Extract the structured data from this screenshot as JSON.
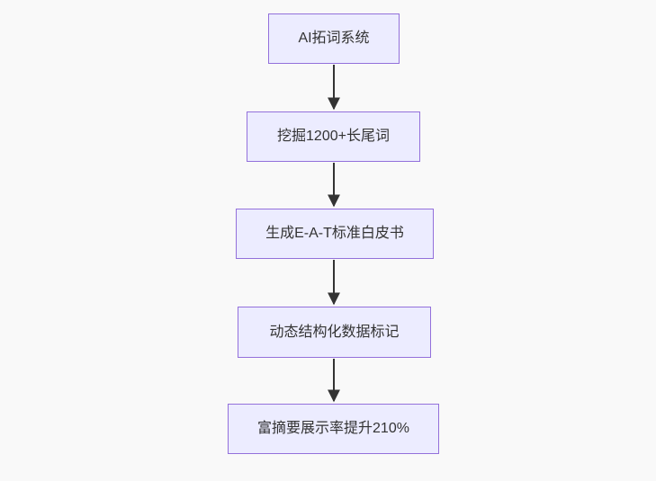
{
  "diagram": {
    "type": "flowchart",
    "direction": "top-down",
    "nodes": [
      {
        "id": "n1",
        "label": "AI拓词系统"
      },
      {
        "id": "n2",
        "label": "挖掘1200+长尾词"
      },
      {
        "id": "n3",
        "label": "生成E-A-T标准白皮书"
      },
      {
        "id": "n4",
        "label": "动态结构化数据标记"
      },
      {
        "id": "n5",
        "label": "富摘要展示率提升210%"
      }
    ],
    "edges": [
      {
        "from": "n1",
        "to": "n2"
      },
      {
        "from": "n2",
        "to": "n3"
      },
      {
        "from": "n3",
        "to": "n4"
      },
      {
        "from": "n4",
        "to": "n5"
      }
    ],
    "colors": {
      "background": "#f9f9f9",
      "node_fill": "#ECECFF",
      "node_border": "#9370DB",
      "text": "#333333",
      "arrow": "#333333"
    }
  }
}
